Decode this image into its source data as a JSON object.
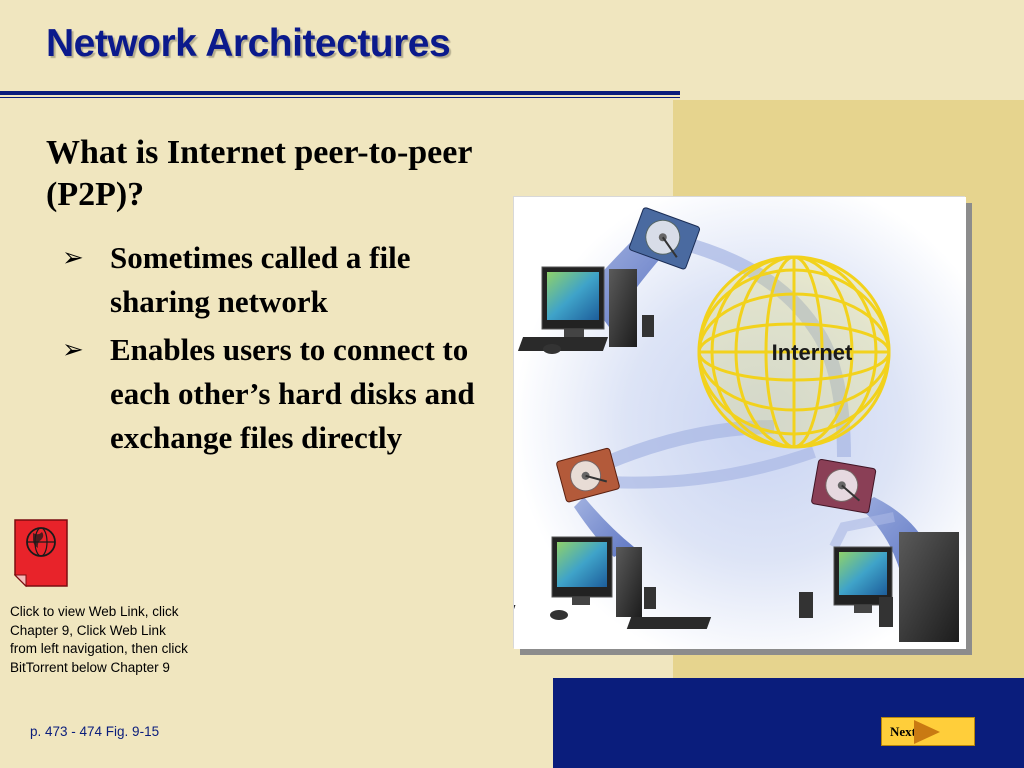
{
  "slide": {
    "title": "Network Architectures",
    "question": "What is Internet peer-to-peer (P2P)?",
    "bullets": [
      "Sometimes called a file sharing network",
      "Enables users to connect to each other’s hard disks and exchange files directly"
    ],
    "weblink_note": "Click to view Web Link, click Chapter 9, Click Web Link from left navigation, then click BitTorrent below Chapter 9",
    "page_ref": "p. 473 - 474 Fig. 9-15",
    "next_label": "Next"
  },
  "figure": {
    "globe_label": "Internet"
  },
  "colors": {
    "background": "#f0e6bf",
    "accent_band": "#e6d48e",
    "navy": "#0a1d7c",
    "title": "#0b1a8c",
    "next_button": "#ffce3a",
    "globe": "#f7e23a"
  },
  "icons": {
    "bullet": "arrow-bullet-icon",
    "weblink": "globe-weblink-icon",
    "next": "play-arrow-icon"
  }
}
